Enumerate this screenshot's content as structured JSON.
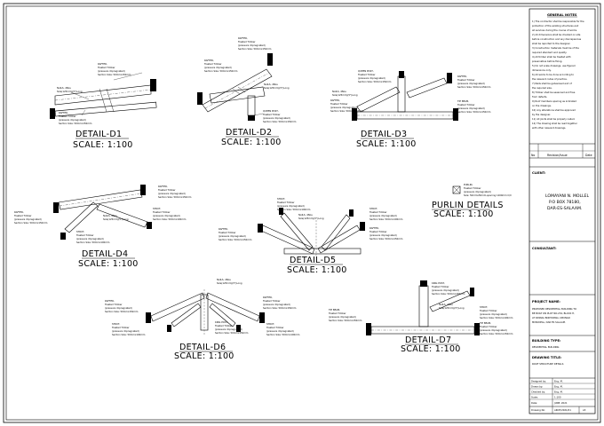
{
  "details": [
    {
      "title": "DETAIL-D1",
      "scale": "SCALE: 1:100",
      "labels": [
        "RAFTER,",
        "Treated Timber",
        "(pressure impregnated)",
        "Section Size: 50mmx150mm",
        "NAILS, 4Nos",
        "Size(125mm)(5\")Long",
        "RAFTER,",
        "Treated Timber",
        "(pressure impregnated)",
        "Section Size: 50mmx150mm"
      ]
    },
    {
      "title": "DETAIL-D2",
      "scale": "SCALE: 1:100",
      "labels": [
        "RAFTER,",
        "Treated Timber",
        "(pressure impregnated)",
        "Section Size: 50mmx150mm",
        "RAFTER,",
        "Treated Timber",
        "(pressure impregnated)",
        "Section Size: 50mmx150mm",
        "NAILS, 4Nos",
        "Size(125mm)(5\")Long",
        "QUEEN POST,",
        "Treated Timber",
        "(pressure impregnated)",
        "Section Size: 50mmx150mm"
      ]
    },
    {
      "title": "DETAIL-D3",
      "scale": "SCALE: 1:100",
      "labels": [
        "QUEEN POST,",
        "Treated Timber",
        "(pressure impregnated)",
        "Section Size: 50mmx150mm",
        "NAILS, 4Nos",
        "Size(125mm)(5\")Long",
        "RAFTER,",
        "Treated Timber",
        "(pressure impregnated)",
        "Section Size: 50mmx150mm",
        "RAFTER,",
        "Treated Timber",
        "(pressure impregnated)",
        "Section Size: 50mmx150mm",
        "TIE BEAM,",
        "Treated Timber",
        "(pressure impregnated)",
        "Section Size: 50mmx150mm"
      ]
    },
    {
      "title": "DETAIL-D4",
      "scale": "SCALE: 1:100",
      "labels": [
        "RAFTER,",
        "Treated Timber",
        "(pressure impregnated)",
        "Section Size: 50mmx150mm",
        "RAFTER,",
        "Treated Timber",
        "(pressure impregnated)",
        "Section Size: 50mmx150mm",
        "NAILS, 4Nos",
        "Size(125mm)(5\")Long",
        "STRUT,",
        "Treated Timber",
        "(pressure impregnated)",
        "Section Size: 50mmx100mm",
        "STRUT,",
        "Treated Timber",
        "(pressure impregnated)",
        "Section Size: 50mmx100mm"
      ]
    },
    {
      "title": "DETAIL-D5",
      "scale": "SCALE: 1:100",
      "labels": [
        "STRUT,",
        "Treated Timber",
        "(pressure impregnated)",
        "Section Size: 50mmx100mm",
        "NAILS, 4Nos",
        "Size(125mm)(5\")Long",
        "STRUT,",
        "Treated Timber",
        "(pressure impregnated)",
        "Section Size: 50mmx100mm",
        "RAFTER,",
        "Treated Timber",
        "(pressure impregnated)",
        "Section Size: 50mmx150mm",
        "RAFTER,",
        "Treated Timber",
        "(pressure impregnated)",
        "Section Size: 50mmx150mm"
      ]
    },
    {
      "title": "DETAIL-D6",
      "scale": "SCALE: 1:100",
      "labels": [
        "NAILS, 4Nos",
        "Size(125mm)(5\")Long",
        "RAFTER,",
        "Treated Timber",
        "(pressure impregnated)",
        "Section Size: 50mmx150mm",
        "RAFTER,",
        "Treated Timber",
        "(pressure impregnated)",
        "Section Size: 50mmx150mm",
        "STRUT,",
        "Treated Timber",
        "(pressure impregnated)",
        "Section Size: 50mmx100mm",
        "KING POST,",
        "Treated Timber",
        "(pressure impregnated)",
        "Section Size: 50mmx150mm",
        "STRUT,",
        "Treated Timber",
        "(pressure impregnated)",
        "Section Size: 50mmx100mm"
      ]
    },
    {
      "title": "DETAIL-D7",
      "scale": "SCALE: 1:100",
      "labels": [
        "KING POST,",
        "Treated Timber",
        "(pressure impregnated)",
        "Section Size: 50mmx150mm",
        "NAILS, 4Nos",
        "Size(125mm)(5\")Long",
        "TIE BEAM,",
        "Treated Timber",
        "(pressure impregnated)",
        "Section Size: 50mmx150mm",
        "STRUT,",
        "Treated Timber",
        "(pressure impregnated)",
        "Section Size: 50mmx100mm",
        "TIE BEAM,",
        "Treated Timber",
        "(pressure impregnated)",
        "Section Size: 50mmx150mm"
      ]
    },
    {
      "title": "PURLIN DETAILS",
      "scale": "SCALE: 1:100",
      "labels": [
        "PURLIN,",
        "Treated Timber",
        "(pressure impregnated)",
        "Size: 50mmx50mm,spacing 1200mm C/C"
      ]
    }
  ],
  "title_block": {
    "general_notes_heading": "GENERAL NOTES",
    "general_notes": [
      "1) The contractor shall be responsible for the",
      "protection of the existing structures and",
      "all services during the course of works.",
      "2) All dimensions shall be checked on site",
      "before construction and any discrepancies",
      "shall be reported to the designer.",
      "3) Construction materials must be of the",
      "required standard and quality.",
      "4) All timber shall be treated with",
      "preservative before fixing.",
      "5) Do not scale drawings, use figured",
      "dimensions only.",
      "6) All works to be done according to",
      "the relevant codes of practice.",
      "7) Nails shall be galvanised and of",
      "the required size.",
      "8) Timber shall be seasoned and free",
      "from defects.",
      "9) Roof members spacing as indicated",
      "on the drawings.",
      "10) Any alterations shall be approved",
      "by the designer.",
      "11) All joints shall be properly nailed.",
      "12) The drawing shall be read together",
      "with other relevant drawings."
    ],
    "revision_cols": [
      "No",
      "Revision/Issue",
      "Date"
    ],
    "client_heading": "CLIENT:",
    "client_lines": [
      "LOMAYANI N. MOLLEL",
      "P.O BOX 78180,",
      "DAR-ES-SALAAM."
    ],
    "consultant_heading": "CONSULTANT:",
    "project_heading": "PROJECT NAME:",
    "project_lines": [
      "PROPOSED RESIDENTIAL BUILDING TO",
      "BE BUILT ON PLOT NO.234, BLOCK H,",
      "AT KIMARA BONYOKWA, UBUNGO",
      "MUNICIPAL, DAR ES SALAAM."
    ],
    "building_type_heading": "BUILDING TYPE:",
    "building_type": "RESIDENTIAL BUILDING",
    "drawing_title_heading": "DRAWING TITLE:",
    "drawing_title": "ROOF STRUCTURE DETAILS",
    "info_rows": [
      [
        "Designed by:",
        "Eng. M."
      ],
      [
        "Drawn by:",
        "Eng. M."
      ],
      [
        "Checked by:",
        "Eng. M."
      ],
      [
        "Scale:",
        "1:100"
      ],
      [
        "Date:",
        "JUNE, 2021"
      ]
    ],
    "drawing_no_label": "Drawing No:",
    "drawing_no": "ARCH/2021/01",
    "sheet_label": "A3"
  }
}
